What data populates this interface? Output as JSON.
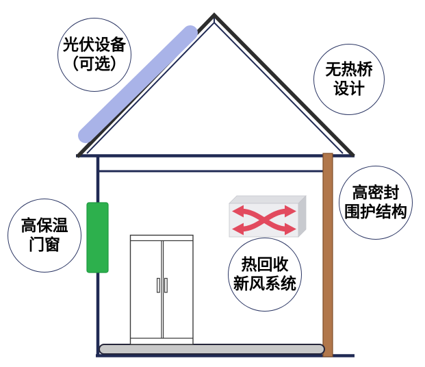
{
  "labels": {
    "pv": {
      "line1": "光伏设备",
      "line2": "（可选）"
    },
    "no_thermal_bridge": {
      "line1": "无热桥",
      "line2": "设计"
    },
    "airtight_envelope": {
      "line1": "高密封",
      "line2": "围护结构"
    },
    "insulated_windows": {
      "line1": "高保温",
      "line2": "门窗"
    },
    "heat_recovery": {
      "line1": "热回收",
      "line2": "新风系统"
    }
  },
  "colors": {
    "outline_navy": "#202a54",
    "roof_dark": "#2d2d2d",
    "solar_panel": "#a9b3e8",
    "window_green": "#2db04d",
    "window_green_border": "#1e9940",
    "seal_brown": "#b1774b",
    "seal_brown_border": "#7e4e29",
    "floor_gray": "#c9c9c9",
    "floor_border": "#26263a",
    "cabinet_line": "#3a3a3a",
    "box_front": "#ededf0",
    "box_top": "#dedfe3",
    "box_side": "#c8cacf",
    "box_edge": "#c4c5cb",
    "arrow_red": "#e24a5e",
    "circle_border": "#2a3563",
    "text": "#000000"
  }
}
